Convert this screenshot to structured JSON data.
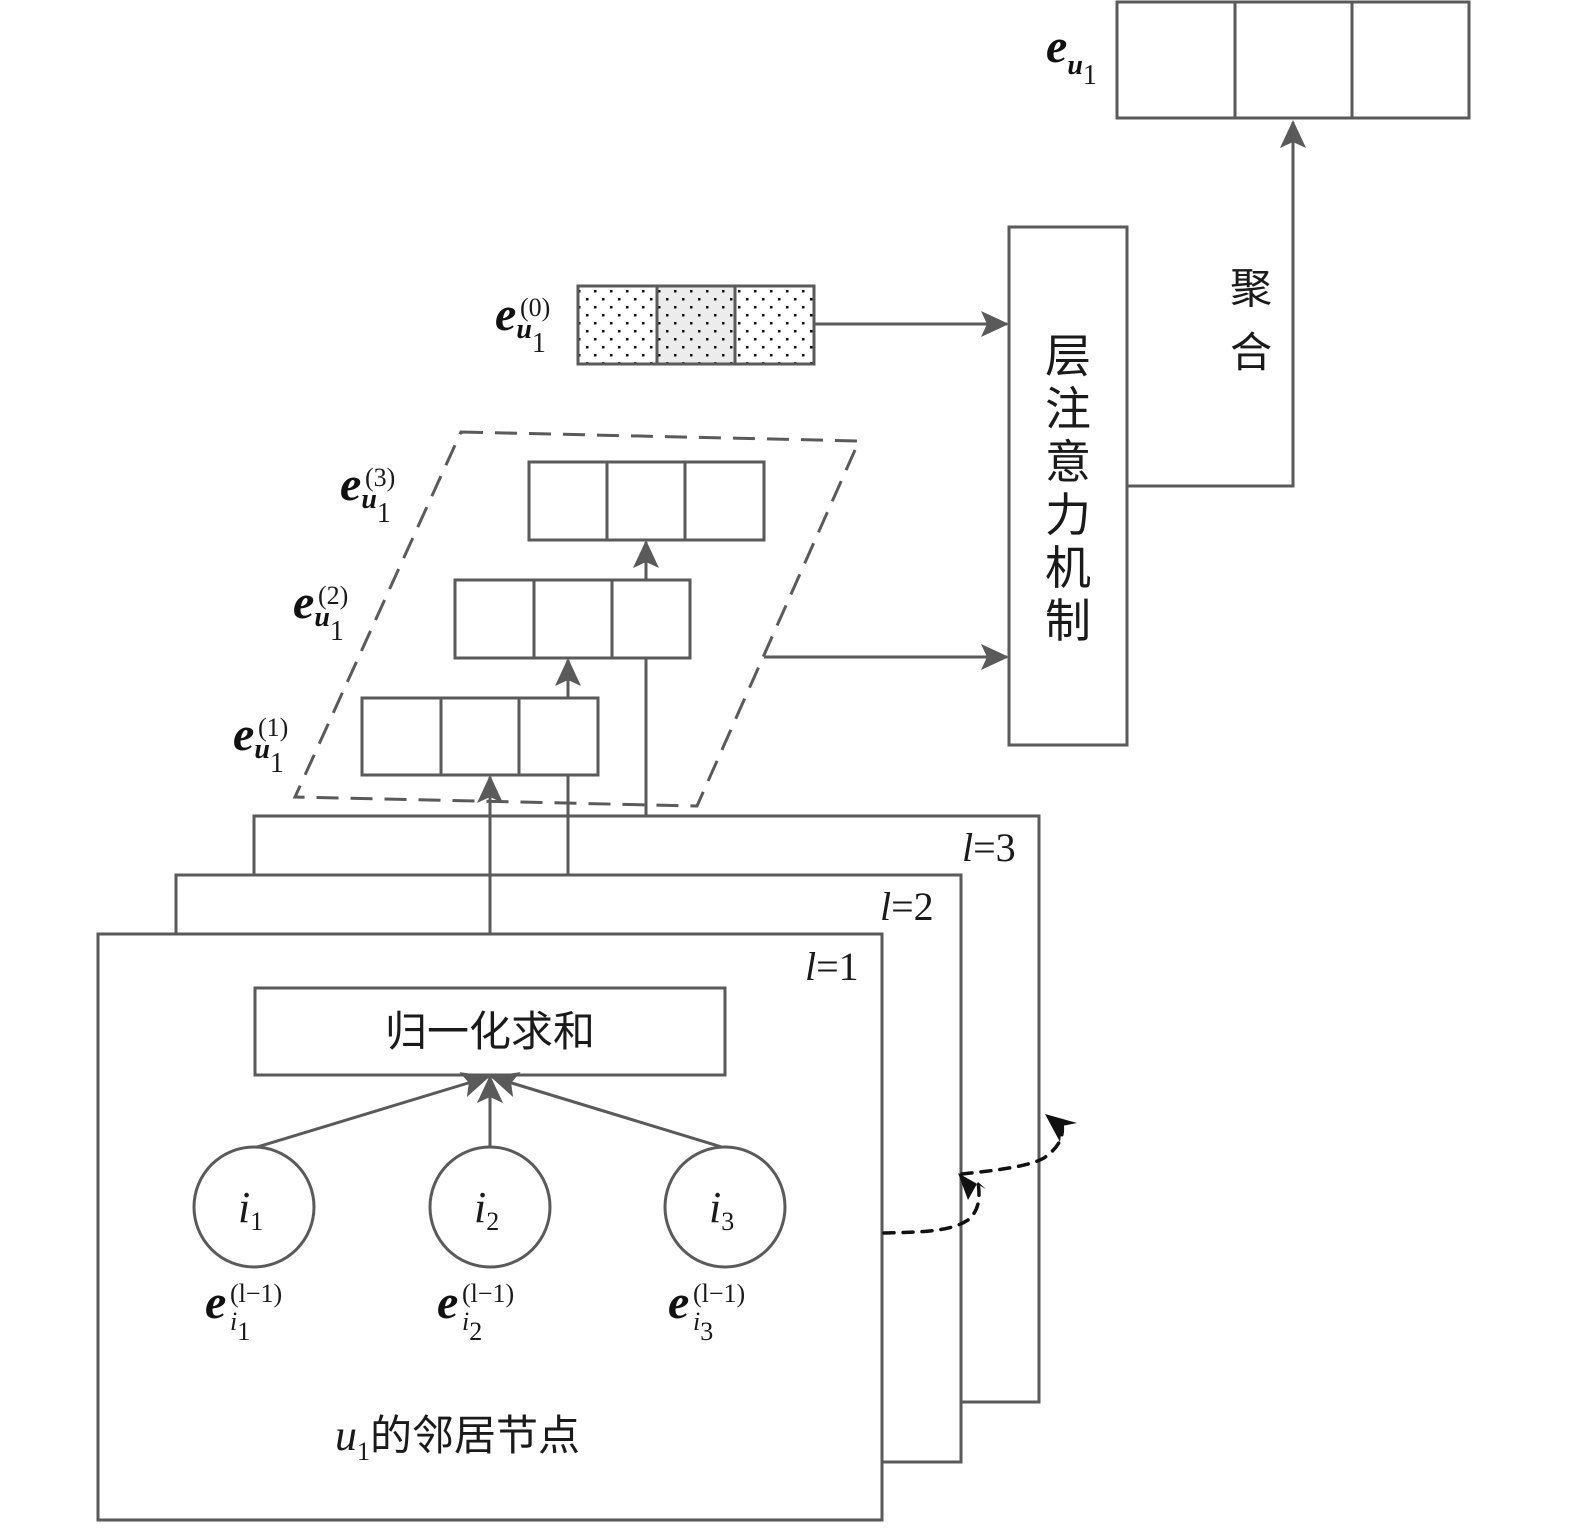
{
  "diagram": {
    "output_embedding": {
      "symbol": "e",
      "sub": "u",
      "subsub": "1",
      "pattern": "crosshatch-diamond"
    },
    "layer0_embedding": {
      "symbol": "e",
      "sub": "u",
      "subsub": "1",
      "sup": "(0)",
      "pattern": "dots"
    },
    "layer_embeddings": [
      {
        "symbol": "e",
        "sub": "u",
        "subsub": "1",
        "sup": "(1)",
        "pattern": "diagonal-up"
      },
      {
        "symbol": "e",
        "sub": "u",
        "subsub": "1",
        "sup": "(2)",
        "pattern": "diagonal-down"
      },
      {
        "symbol": "e",
        "sub": "u",
        "subsub": "1",
        "sup": "(3)",
        "pattern": "horizontal"
      }
    ],
    "attention_box": {
      "label_chars": [
        "层",
        "注",
        "意",
        "力",
        "机",
        "制"
      ]
    },
    "aggregate_label": {
      "label_chars": [
        "聚",
        "合"
      ]
    },
    "layers": [
      {
        "var": "l",
        "eq": "=1"
      },
      {
        "var": "l",
        "eq": "=2"
      },
      {
        "var": "l",
        "eq": "=3"
      }
    ],
    "sum_box": {
      "label": "归一化求和"
    },
    "neighbors": [
      {
        "node": "i",
        "idx": "1",
        "emb_symbol": "e",
        "emb_sup": "(l−1)",
        "emb_sub": "i",
        "emb_subsub": "1"
      },
      {
        "node": "i",
        "idx": "2",
        "emb_symbol": "e",
        "emb_sup": "(l−1)",
        "emb_sub": "i",
        "emb_subsub": "2"
      },
      {
        "node": "i",
        "idx": "3",
        "emb_symbol": "e",
        "emb_sup": "(l−1)",
        "emb_sub": "i",
        "emb_subsub": "3"
      }
    ],
    "neighbors_caption": {
      "var": "u",
      "sub": "1",
      "text": "的邻居节点"
    },
    "colors": {
      "stroke": "#5a5a5a",
      "ink": "#111111",
      "dot_fill": "#ececec"
    }
  }
}
